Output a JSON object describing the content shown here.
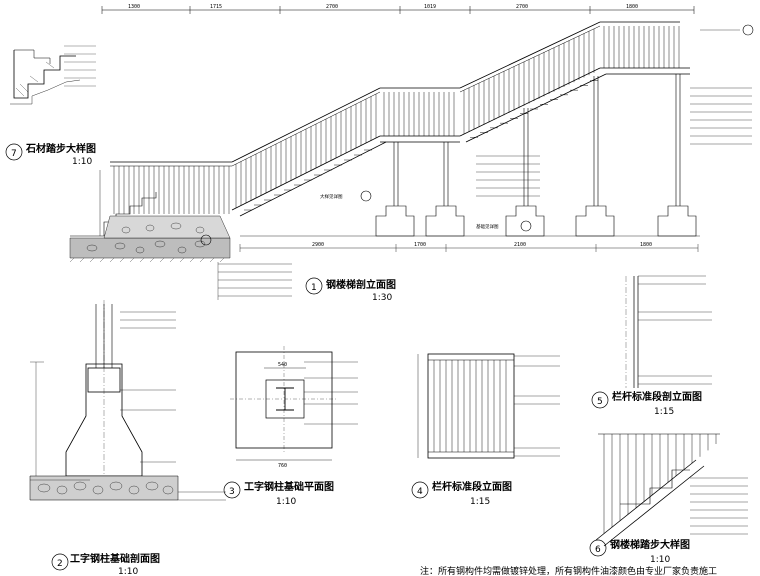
{
  "drawings": [
    {
      "id": "1",
      "title": "钢楼梯剖立面图",
      "scale": "1:30"
    },
    {
      "id": "2",
      "title": "工字钢柱基础剖面图",
      "scale": "1:10"
    },
    {
      "id": "3",
      "title": "工字钢柱基础平面图",
      "scale": "1:10"
    },
    {
      "id": "4",
      "title": "栏杆标准段立面图",
      "scale": "1:15"
    },
    {
      "id": "5",
      "title": "栏杆标准段剖立面图",
      "scale": "1:15"
    },
    {
      "id": "6",
      "title": "钢楼梯踏步大样图",
      "scale": "1:10"
    },
    {
      "id": "7",
      "title": "石材踏步大样图",
      "scale": "1:10"
    }
  ],
  "top_dims": [
    "1300",
    "1715",
    "2700",
    "1019",
    "2700",
    "1800"
  ],
  "bottom_dims": [
    "2900",
    "1700",
    "2100",
    "1800"
  ],
  "plan_dims": [
    "540",
    "760"
  ],
  "callout_labels": [
    "大样见详图",
    "基础见详图"
  ],
  "bottom_note": "注：所有钢构件均需做镀锌处理，所有钢构件油漆颜色由专业厂家负责施工"
}
